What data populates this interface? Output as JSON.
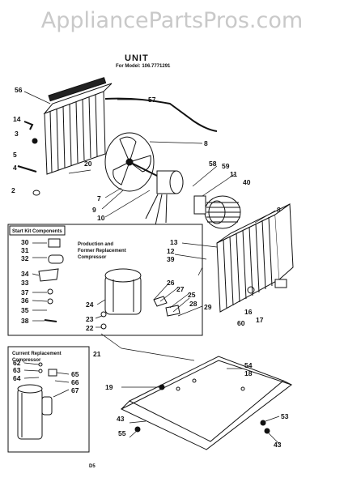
{
  "header": {
    "watermark": "AppliancePartsPros.com",
    "title": "UNIT",
    "model": "For Model: 106.7771291"
  },
  "boxes": {
    "start_kit": "Start Kit Components",
    "production_note": [
      "Production and",
      "Former Replacement",
      "Compressor"
    ],
    "current_note": [
      "Current Replacement",
      "Compressor"
    ]
  },
  "callouts": [
    "56",
    "57",
    "14",
    "3",
    "5",
    "4",
    "2",
    "20",
    "8",
    "7",
    "9",
    "10",
    "58",
    "59",
    "11",
    "40",
    "8",
    "13",
    "12",
    "39",
    "26",
    "27",
    "25",
    "28",
    "29",
    "24",
    "23",
    "22",
    "16",
    "60",
    "17",
    "30",
    "31",
    "32",
    "34",
    "33",
    "37",
    "36",
    "35",
    "38",
    "21",
    "62",
    "63",
    "64",
    "65",
    "66",
    "67",
    "19",
    "54",
    "18",
    "43",
    "53",
    "55",
    "43",
    "D5"
  ],
  "footer_code": "D5"
}
